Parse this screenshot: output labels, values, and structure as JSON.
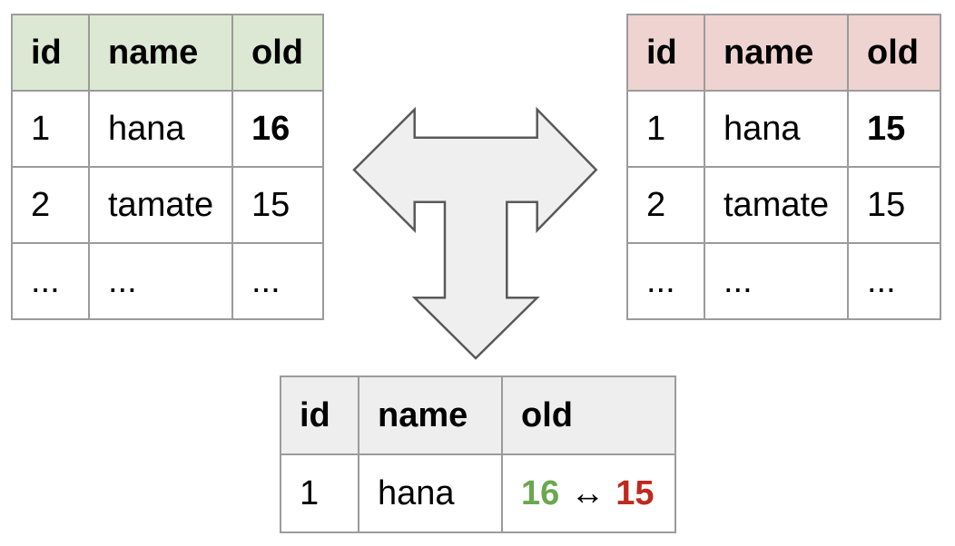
{
  "colors": {
    "green_text": "#6aa84f",
    "red_text": "#c0281e",
    "green_header_bg": "#dce8d3",
    "red_header_bg": "#eed3d0",
    "gray_header_bg": "#eeeeee",
    "table_border": "#9b9b9b",
    "arrow_fill": "#efefef",
    "arrow_stroke": "#595959"
  },
  "icons": {
    "compare_arrow": "three-way-arrow"
  },
  "tables": {
    "left": {
      "columns": [
        "id",
        "name",
        "old"
      ],
      "rows": [
        {
          "id": "1",
          "name": "hana",
          "old": "16"
        },
        {
          "id": "2",
          "name": "tamate",
          "old": "15"
        },
        {
          "id": "...",
          "name": "...",
          "old": "..."
        }
      ]
    },
    "right": {
      "columns": [
        "id",
        "name",
        "old"
      ],
      "rows": [
        {
          "id": "1",
          "name": "hana",
          "old": "15"
        },
        {
          "id": "2",
          "name": "tamate",
          "old": "15"
        },
        {
          "id": "...",
          "name": "...",
          "old": "..."
        }
      ]
    },
    "diff": {
      "columns": [
        "id",
        "name",
        "old"
      ],
      "row": {
        "id": "1",
        "name": "hana",
        "old_from": "16",
        "arrow": "↔",
        "old_to": "15"
      }
    }
  }
}
